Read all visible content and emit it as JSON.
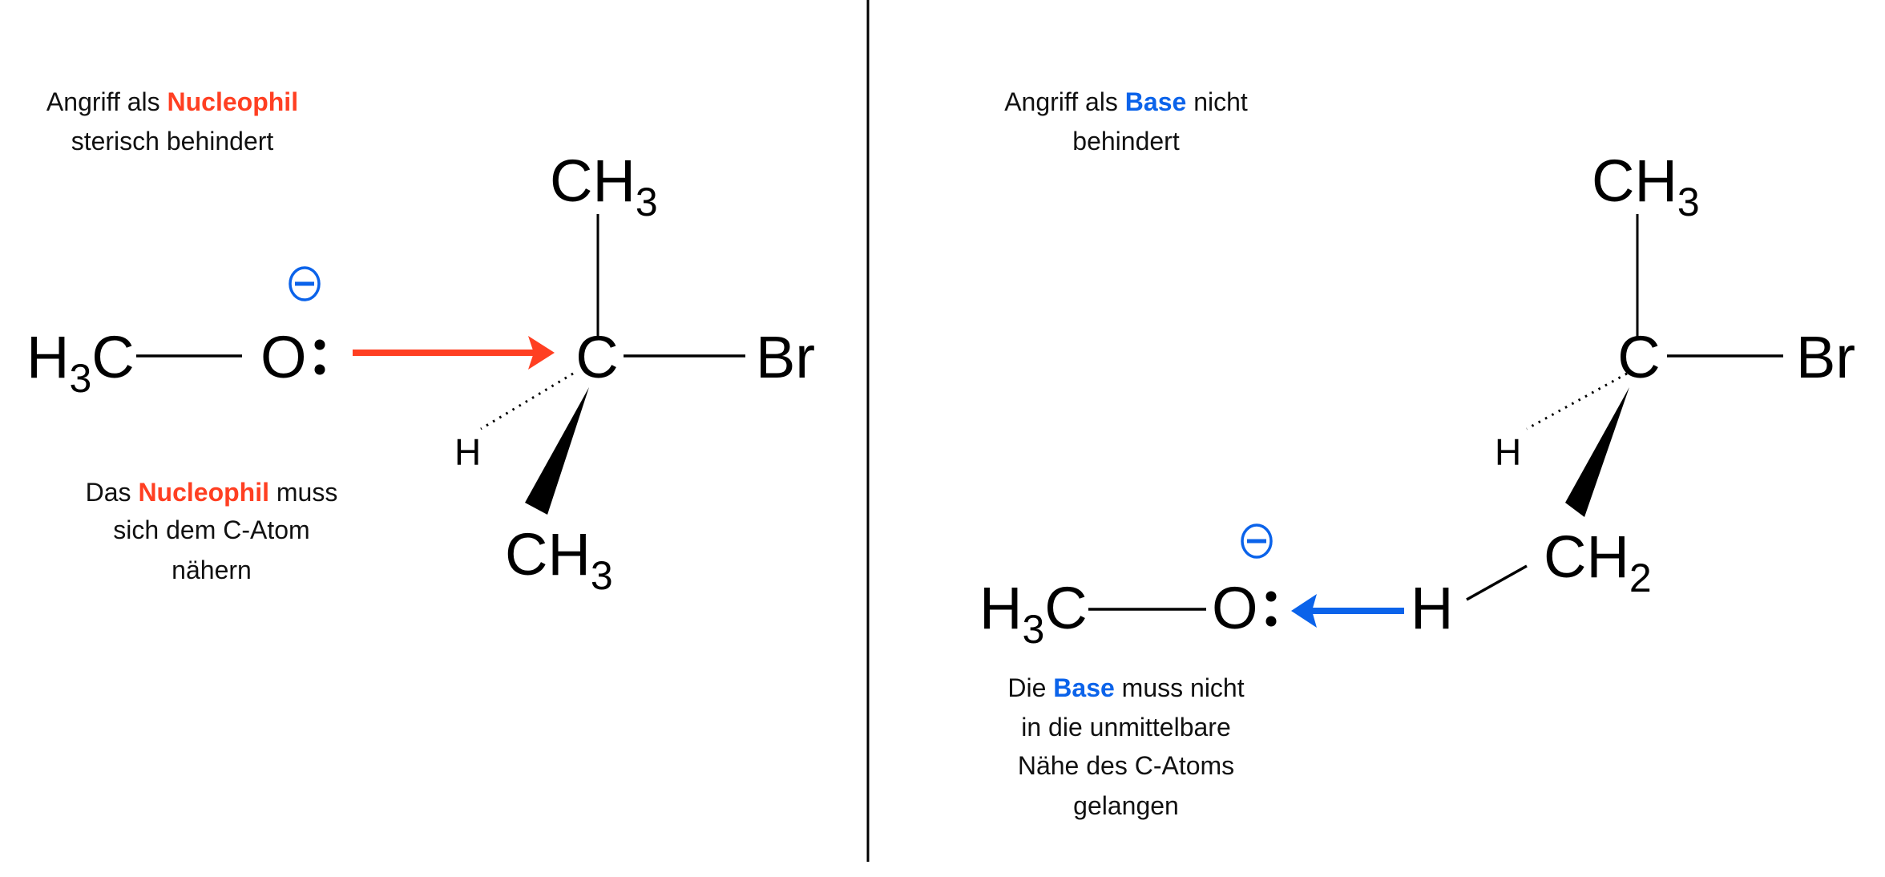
{
  "colors": {
    "nucleophile": "#ff3f22",
    "base": "#0b63ea",
    "ink": "#000000"
  },
  "left": {
    "title": {
      "pre": "Angriff als ",
      "highlight": "Nucleophil",
      "line2": "sterisch behindert"
    },
    "caption": {
      "pre": "Das ",
      "highlight": "Nucleophil",
      "post": " muss",
      "line2": "sich dem C-Atom",
      "line3": "nähern"
    },
    "methoxide": {
      "h": "H",
      "sub": "3",
      "c": "C",
      "o": "O"
    },
    "substrate": {
      "top": {
        "main": "CH",
        "sub": "3"
      },
      "center": "C",
      "right": "Br",
      "dash_h": "H",
      "wedge": {
        "main": "CH",
        "sub": "3"
      }
    }
  },
  "right": {
    "title": {
      "pre": "Angriff als ",
      "highlight": "Base",
      "post": " nicht",
      "line2": "behindert"
    },
    "caption": {
      "pre": "Die ",
      "highlight": "Base",
      "post": " muss nicht",
      "line2": "in die unmittelbare",
      "line3": "Nähe des C-Atoms",
      "line4": "gelangen"
    },
    "methoxide": {
      "h": "H",
      "sub": "3",
      "c": "C",
      "o": "O"
    },
    "substrate": {
      "top": {
        "main": "CH",
        "sub": "3"
      },
      "center": "C",
      "right": "Br",
      "dash_h": "H",
      "wedge": {
        "main": "CH",
        "sub": "2"
      },
      "beta_h": "H"
    }
  }
}
